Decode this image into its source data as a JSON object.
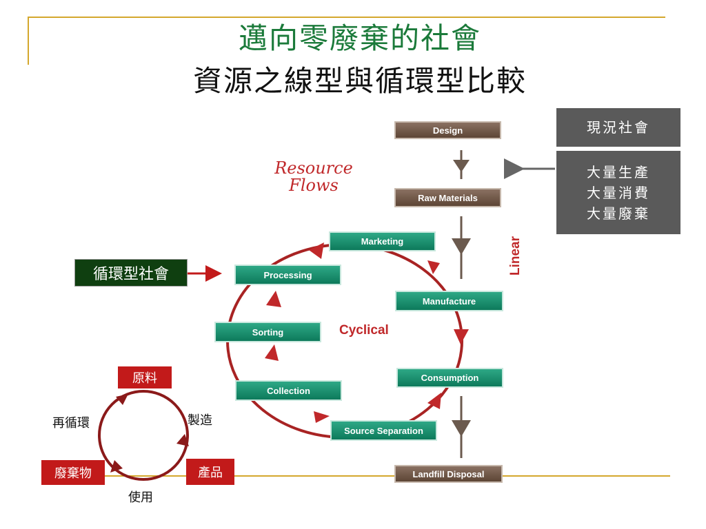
{
  "title": {
    "line1": "邁向零廢棄的社會",
    "line2": "資源之線型與循環型比較"
  },
  "resource_flows": {
    "line1": "Resource",
    "line2": "Flows"
  },
  "labels": {
    "linear": "Linear",
    "cyclical": "Cyclical"
  },
  "linear_steps": [
    "Design",
    "Raw Materials",
    "Manufacture",
    "Consumption",
    "Landfill Disposal"
  ],
  "cyclical_steps": [
    "Marketing",
    "Processing",
    "Sorting",
    "Collection",
    "Source Separation"
  ],
  "current_society": {
    "title": "現況社會",
    "lines": [
      "大量生產",
      "大量消費",
      "大量廢棄"
    ]
  },
  "circular_society": "循環型社會",
  "small_cycle": {
    "raw_material": "原料",
    "product": "產品",
    "waste": "廢棄物",
    "manufacture": "製造",
    "use": "使用",
    "recycle": "再循環"
  },
  "colors": {
    "title_green": "#1b7a3a",
    "accent_red": "#c0282a",
    "cycle_red": "#8b1a1a",
    "teal": "#0d7a5b",
    "brown": "#5d4535",
    "gray_box": "#5a5a5a",
    "rule_gold": "#d4a72c"
  }
}
